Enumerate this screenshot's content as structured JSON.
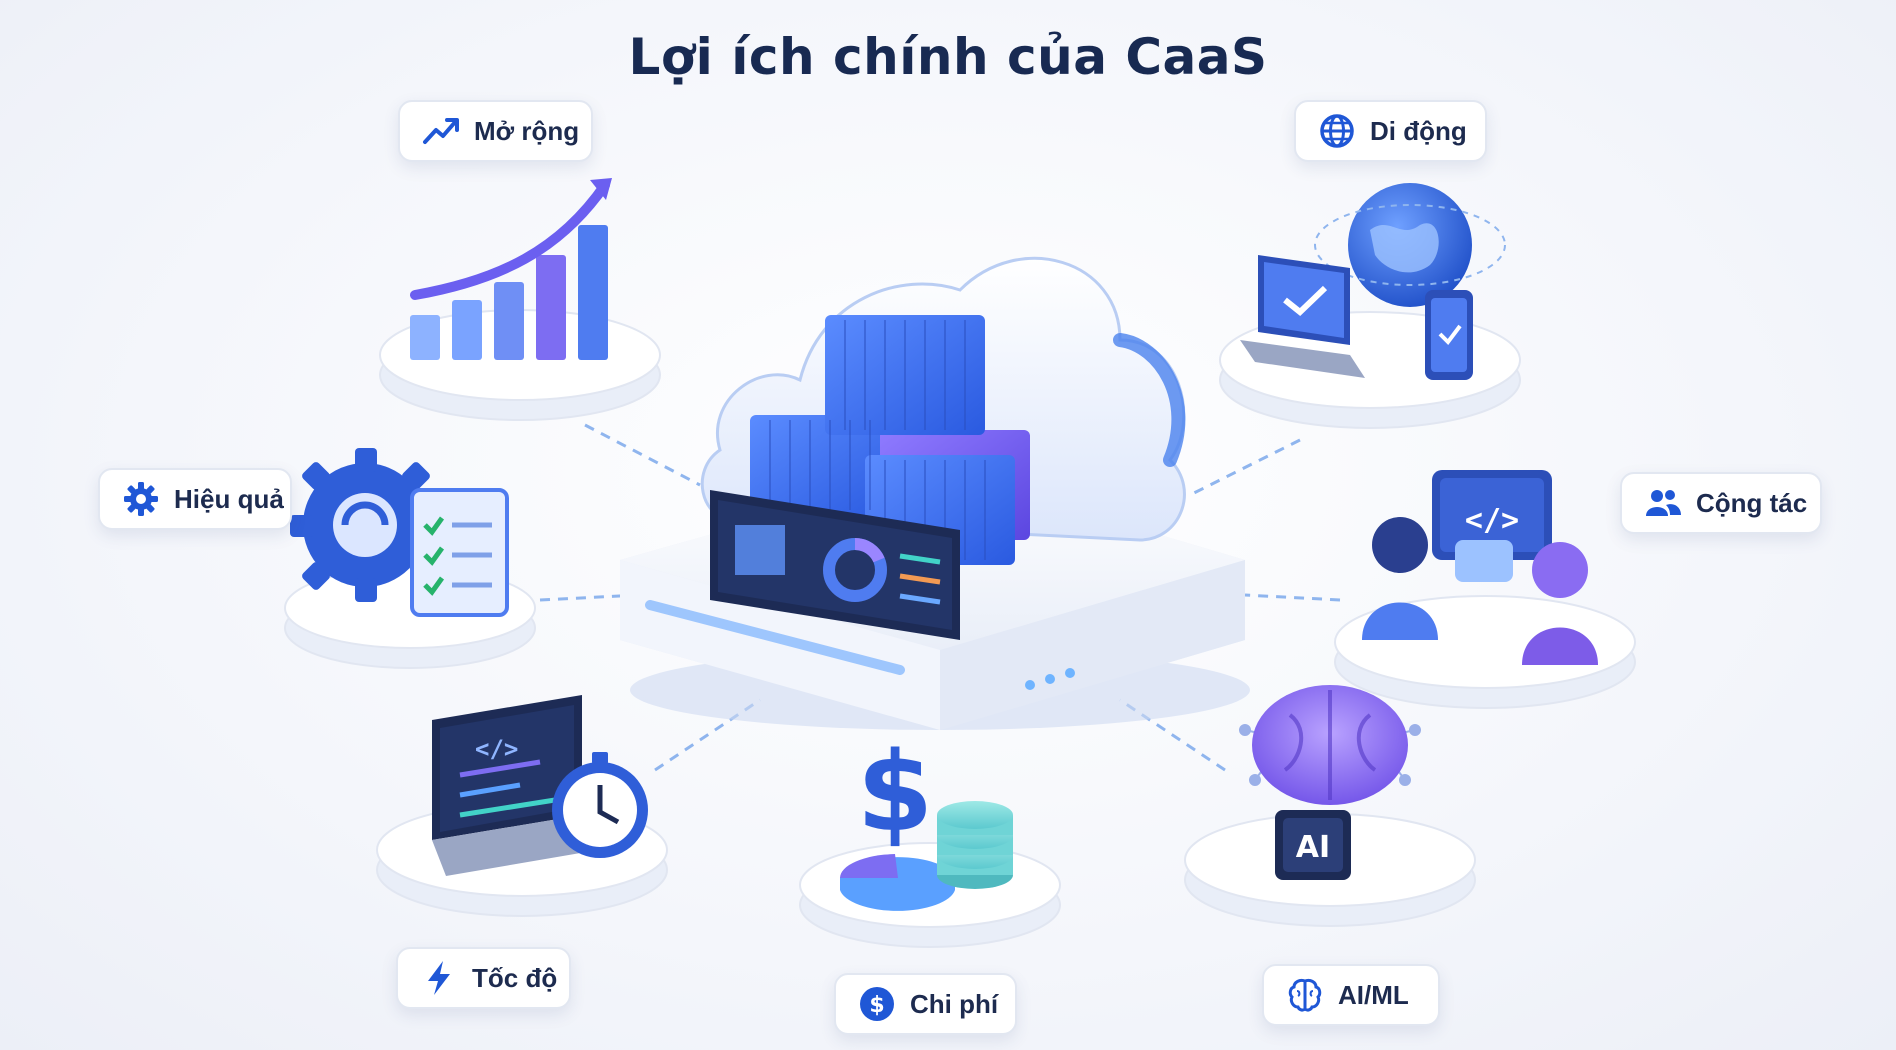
{
  "title": "Lợi ích chính của CaaS",
  "accent_color": "#1f57d6",
  "benefits": [
    {
      "label": "Mở rộng",
      "icon": "trend-up-icon"
    },
    {
      "label": "Di động",
      "icon": "globe-icon"
    },
    {
      "label": "Hiệu quả",
      "icon": "gear-icon"
    },
    {
      "label": "Cộng tác",
      "icon": "users-icon"
    },
    {
      "label": "Tốc độ",
      "icon": "lightning-icon"
    },
    {
      "label": "Chi phí",
      "icon": "dollar-icon"
    },
    {
      "label": "AI/ML",
      "icon": "brain-icon"
    }
  ],
  "illustrations": {
    "laptop_code": "</>",
    "ai_chip": "AI"
  }
}
